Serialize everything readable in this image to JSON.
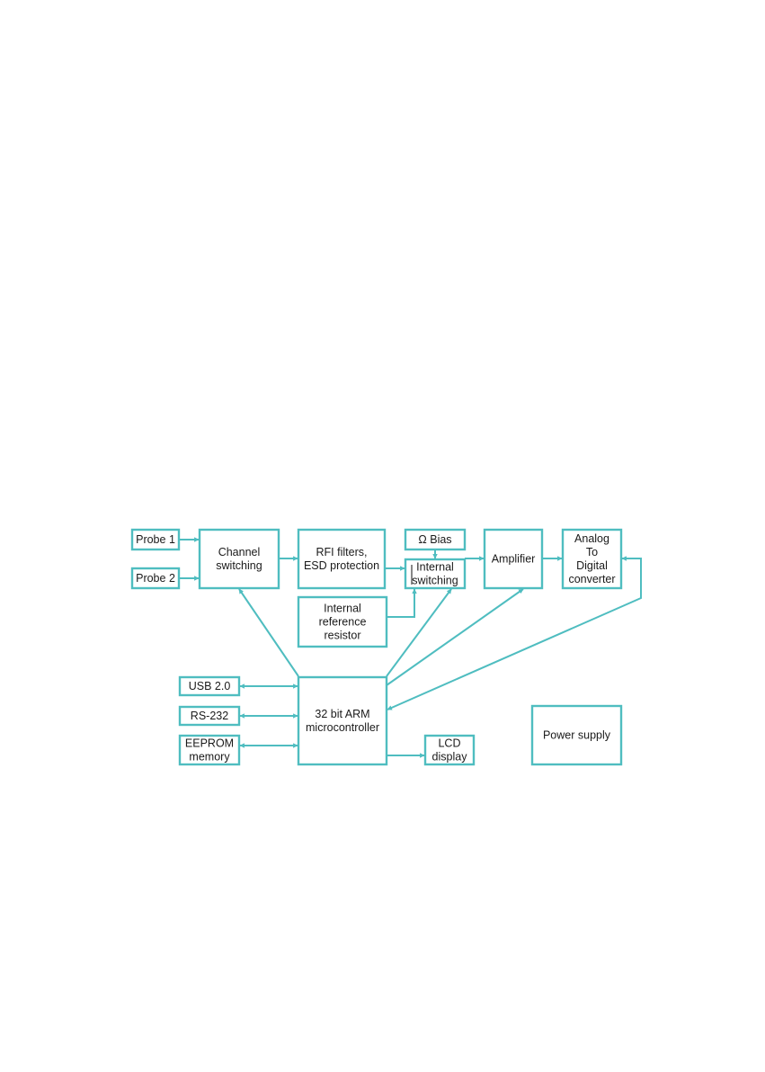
{
  "diagram": {
    "accent_color": "#4fbdc0",
    "blocks": [
      {
        "id": "probe1",
        "lines": [
          "Probe 1"
        ]
      },
      {
        "id": "probe2",
        "lines": [
          "Probe 2"
        ]
      },
      {
        "id": "channel",
        "lines": [
          "Channel",
          "switching"
        ]
      },
      {
        "id": "rfi",
        "lines": [
          "RFI filters,",
          "ESD protection"
        ]
      },
      {
        "id": "bias",
        "lines": [
          "Ω Bias"
        ]
      },
      {
        "id": "intsw",
        "lines": [
          "Internal",
          "switching"
        ]
      },
      {
        "id": "amp",
        "lines": [
          "Amplifier"
        ]
      },
      {
        "id": "adc",
        "lines": [
          "Analog",
          "To",
          "Digital",
          "converter"
        ]
      },
      {
        "id": "intref",
        "lines": [
          "Internal",
          "reference",
          "resistor"
        ]
      },
      {
        "id": "usb",
        "lines": [
          "USB 2.0"
        ]
      },
      {
        "id": "rs232",
        "lines": [
          "RS-232"
        ]
      },
      {
        "id": "eeprom",
        "lines": [
          "EEPROM",
          "memory"
        ]
      },
      {
        "id": "mcu",
        "lines": [
          "32 bit ARM",
          "microcontroller"
        ]
      },
      {
        "id": "lcd",
        "lines": [
          "LCD",
          "display"
        ]
      },
      {
        "id": "power",
        "lines": [
          "Power supply"
        ]
      }
    ],
    "connections": [
      {
        "from": "probe1",
        "to": "channel",
        "arrow": "end"
      },
      {
        "from": "probe2",
        "to": "channel",
        "arrow": "end"
      },
      {
        "from": "channel",
        "to": "rfi",
        "arrow": "end"
      },
      {
        "from": "rfi",
        "to": "intsw",
        "arrow": "end"
      },
      {
        "from": "bias",
        "to": "intsw",
        "arrow": "end"
      },
      {
        "from": "intsw",
        "to": "amp",
        "arrow": "end"
      },
      {
        "from": "amp",
        "to": "adc",
        "arrow": "end"
      },
      {
        "from": "intref",
        "to": "intsw",
        "arrow": "end"
      },
      {
        "from": "mcu",
        "to": "channel",
        "arrow": "end"
      },
      {
        "from": "mcu",
        "to": "intsw",
        "arrow": "end"
      },
      {
        "from": "mcu",
        "to": "amp",
        "arrow": "end"
      },
      {
        "from": "adc",
        "to": "mcu",
        "arrow": "both"
      },
      {
        "from": "usb",
        "to": "mcu",
        "arrow": "both"
      },
      {
        "from": "rs232",
        "to": "mcu",
        "arrow": "both"
      },
      {
        "from": "eeprom",
        "to": "mcu",
        "arrow": "both"
      },
      {
        "from": "mcu",
        "to": "lcd",
        "arrow": "end"
      }
    ]
  }
}
